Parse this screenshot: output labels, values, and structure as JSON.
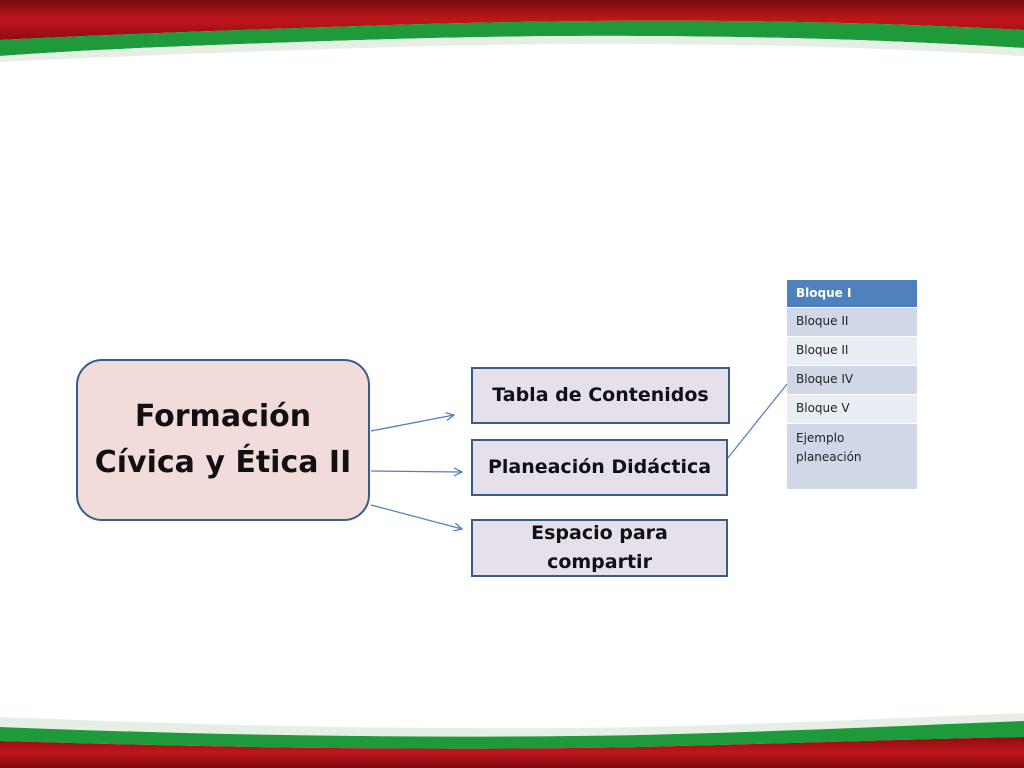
{
  "slide": {
    "colors": {
      "banner_red": "#c0161d",
      "banner_green": "#1f9a3a",
      "main_box_fill": "#f2dcdb",
      "node_fill": "#e6e0ec",
      "outline": "#385d8a",
      "connector": "#4f81bd",
      "table_header": "#4f81bd",
      "table_row_odd": "#d0d8e8",
      "table_row_even": "#e9edf4"
    }
  },
  "main_topic": {
    "title": "Formación\nCívica y Ética II"
  },
  "nodes": {
    "tabla": "Tabla de Contenidos",
    "planeacion": "Planeación Didáctica",
    "espacio": "Espacio para\ncompartir"
  },
  "bloques": [
    "Bloque I",
    "Bloque II",
    "Bloque II",
    "Bloque IV",
    "Bloque V",
    "Ejemplo\nplaneación"
  ]
}
